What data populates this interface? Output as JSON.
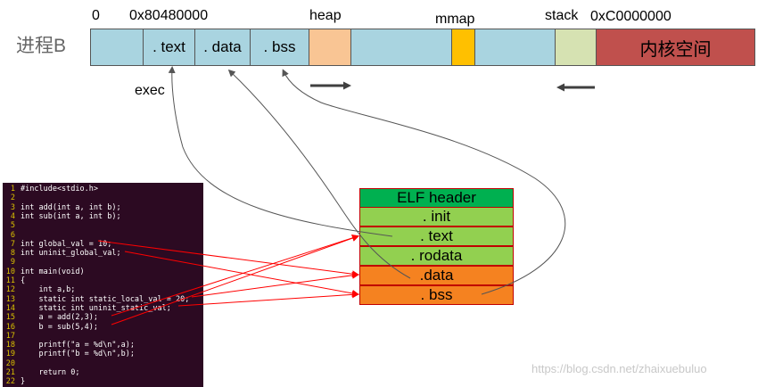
{
  "header": {
    "addr_zero": "0",
    "addr_start": "0x80480000",
    "heap_label": "heap",
    "mmap_label": "mmap",
    "stack_label": "stack",
    "addr_end": "0xC0000000",
    "process_label": "进程B",
    "exec_label": "exec"
  },
  "segments": {
    "text": ". text",
    "data": ". data",
    "bss": ". bss",
    "kernel": "内核空间"
  },
  "colors": {
    "segment_blue": "#a9d4e0",
    "heap": "#f9c594",
    "mmap": "#ffc000",
    "stack": "#d6e2b2",
    "kernel": "#c0504d",
    "elf_header": "#00b050",
    "elf_green": "#92d050",
    "elf_orange": "#f58220",
    "code_bg": "#2c0a22",
    "arrow_red": "#ff0000"
  },
  "elf": {
    "header": "ELF header",
    "init": ". init",
    "text": ". text",
    "rodata": ". rodata",
    "data": ".data",
    "bss": ". bss"
  },
  "code": {
    "lines": [
      {
        "n": "1",
        "t": "#include<stdio.h>"
      },
      {
        "n": "2",
        "t": ""
      },
      {
        "n": "3",
        "t": "int add(int a, int b);"
      },
      {
        "n": "4",
        "t": "int sub(int a, int b);"
      },
      {
        "n": "5",
        "t": ""
      },
      {
        "n": "6",
        "t": ""
      },
      {
        "n": "7",
        "t": "int global_val = 10;"
      },
      {
        "n": "8",
        "t": "int uninit_global_val;"
      },
      {
        "n": "9",
        "t": ""
      },
      {
        "n": "10",
        "t": "int main(void)"
      },
      {
        "n": "11",
        "t": "{"
      },
      {
        "n": "12",
        "t": "    int a,b;"
      },
      {
        "n": "13",
        "t": "    static int static_local_val = 20;"
      },
      {
        "n": "14",
        "t": "    static int uninit_static_val;"
      },
      {
        "n": "15",
        "t": "    a = add(2,3);"
      },
      {
        "n": "16",
        "t": "    b = sub(5,4);"
      },
      {
        "n": "17",
        "t": ""
      },
      {
        "n": "18",
        "t": "    printf(\"a = %d\\n\",a);"
      },
      {
        "n": "19",
        "t": "    printf(\"b = %d\\n\",b);"
      },
      {
        "n": "20",
        "t": ""
      },
      {
        "n": "21",
        "t": "    return 0;"
      },
      {
        "n": "22",
        "t": "}"
      }
    ]
  },
  "watermark": "https://blog.csdn.net/zhaixuebuluo"
}
